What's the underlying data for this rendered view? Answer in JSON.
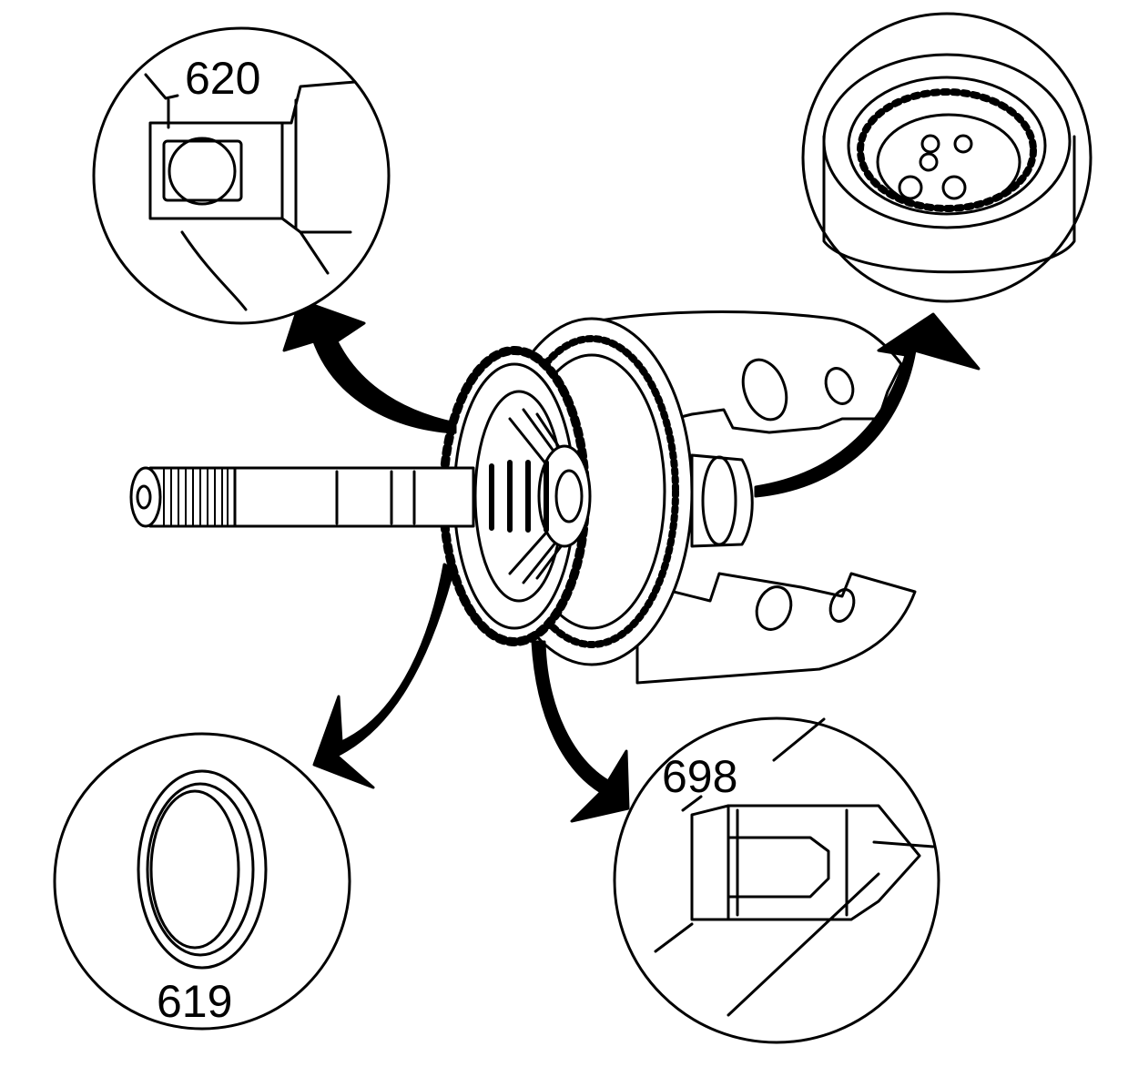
{
  "callouts": {
    "top_left": {
      "label": "620"
    },
    "bottom_left": {
      "label": "619"
    },
    "bottom_right": {
      "label": "698"
    }
  },
  "colors": {
    "ink": "#000000",
    "paper": "#ffffff"
  }
}
